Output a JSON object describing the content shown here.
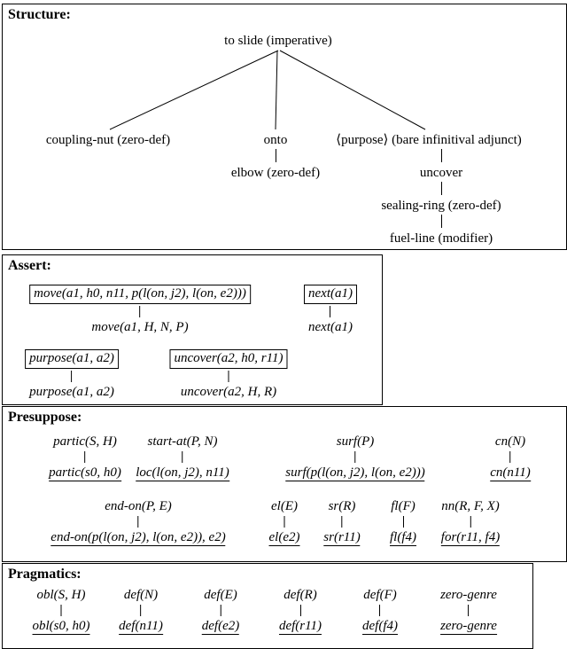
{
  "figure": {
    "structure": {
      "label": "Structure:",
      "nodes": {
        "root": "to slide (imperative)",
        "coupling_nut": "coupling-nut (zero-def)",
        "onto": "onto",
        "purpose": "⟨purpose⟩ (bare infinitival adjunct)",
        "elbow": "elbow (zero-def)",
        "uncover": "uncover",
        "sealing_ring": "sealing-ring (zero-def)",
        "fuel_line": "fuel-line (modifier)"
      }
    },
    "assert": {
      "label": "Assert:",
      "items": [
        {
          "boxed": "move(a1, h0, n11, p(l(on, j2), l(on, e2)))",
          "resolved": "move(a1, H, N, P)"
        },
        {
          "boxed": "next(a1)",
          "resolved": "next(a1)"
        },
        {
          "boxed": "purpose(a1, a2)",
          "resolved": "purpose(a1, a2)"
        },
        {
          "boxed": "uncover(a2, h0, r11)",
          "resolved": "uncover(a2, H, R)"
        }
      ]
    },
    "presuppose": {
      "label": "Presuppose:",
      "row1": [
        {
          "top": "partic(S, H)",
          "bottom": "partic(s0, h0)"
        },
        {
          "top": "start-at(P, N)",
          "bottom": "loc(l(on, j2), n11)"
        },
        {
          "top": "surf(P)",
          "bottom": "surf(p(l(on, j2), l(on, e2)))"
        },
        {
          "top": "cn(N)",
          "bottom": "cn(n11)"
        }
      ],
      "row2": [
        {
          "top": "end-on(P, E)",
          "bottom": "end-on(p(l(on, j2), l(on, e2)), e2)"
        },
        {
          "top": "el(E)",
          "bottom": "el(e2)"
        },
        {
          "top": "sr(R)",
          "bottom": "sr(r11)"
        },
        {
          "top": "fl(F)",
          "bottom": "fl(f4)"
        },
        {
          "top": "nn(R, F, X)",
          "bottom": "for(r11, f4)"
        }
      ]
    },
    "pragmatics": {
      "label": "Pragmatics:",
      "items": [
        {
          "top": "obl(S, H)",
          "bottom": "obl(s0, h0)"
        },
        {
          "top": "def(N)",
          "bottom": "def(n11)"
        },
        {
          "top": "def(E)",
          "bottom": "def(e2)"
        },
        {
          "top": "def(R)",
          "bottom": "def(r11)"
        },
        {
          "top": "def(F)",
          "bottom": "def(f4)"
        },
        {
          "top": "zero-genre",
          "bottom": "zero-genre"
        }
      ]
    }
  }
}
